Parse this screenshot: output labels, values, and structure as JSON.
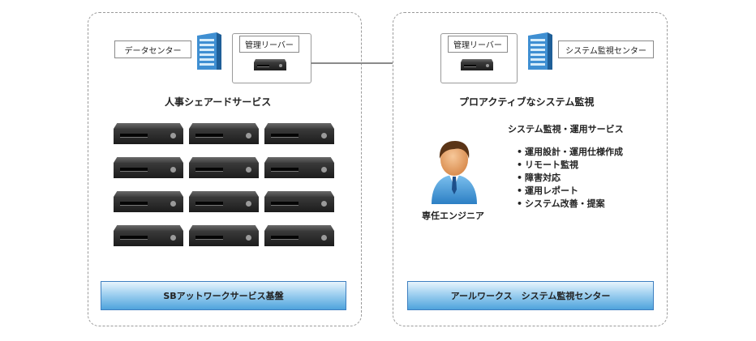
{
  "left": {
    "datacenter_label": "データセンター",
    "mgmt_server_label": "管理リーバー",
    "heading": "人事シェアードサービス",
    "server_rows": 4,
    "server_cols": 3,
    "base_label": "SBアットワークサービス基盤"
  },
  "right": {
    "mgmt_server_label": "管理リーバー",
    "center_label": "システム監視センター",
    "heading": "プロアクティブなシステム監視",
    "services_title": "システム監視・運用サービス",
    "services": [
      "運用設計・運用仕様作成",
      "リモート監視",
      "障害対応",
      "運用レポート",
      "システム改善・提案"
    ],
    "engineer_label": "専任エンジニア",
    "base_label": "アールワークス　システム監視センター"
  },
  "colors": {
    "bar_top": "#e8f4fc",
    "bar_bottom": "#4fa3dc",
    "building": "#3f8fd2",
    "dashed_border": "#9a9a9a"
  }
}
